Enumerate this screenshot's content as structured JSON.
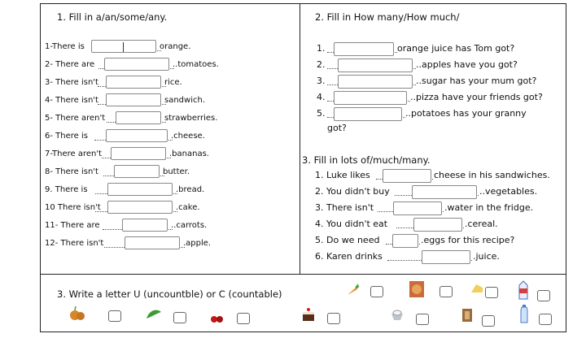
{
  "section1": {
    "title": "1. Fill in a/an/some/any.",
    "items": [
      {
        "pre": "1-There is",
        "post": "orange."
      },
      {
        "pre": "2- There are",
        "post": "..tomatoes."
      },
      {
        "pre": "3- There isn't",
        "post": "rice."
      },
      {
        "pre": "4- There isn't",
        "post": "sandwich."
      },
      {
        "pre": "5- There aren't",
        "post": "strawberries."
      },
      {
        "pre": "6- There is",
        "post": ".cheese."
      },
      {
        "pre": "7-There aren't",
        "post": ".bananas."
      },
      {
        "pre": "8- There isn't",
        "post": "butter."
      },
      {
        "pre": "9. There is",
        "post": ".bread."
      },
      {
        "pre": "10 There isn't",
        "post": ".cake."
      },
      {
        "pre": "11- There are",
        "post": "..carrots."
      },
      {
        "pre": "12- There isn't",
        "post": ".apple."
      }
    ]
  },
  "section2": {
    "title": "2. Fill in How many/How much/",
    "items": [
      {
        "num": "1.",
        "post": "orange juice has Tom got?"
      },
      {
        "num": "2.",
        "post": "..apples have you got?"
      },
      {
        "num": "3.",
        "post": "..sugar has your mum got?"
      },
      {
        "num": "4.",
        "post": "..pizza have your friends got?"
      },
      {
        "num": "5.",
        "post": "..potatoes has your granny"
      }
    ],
    "continuation": "got?"
  },
  "section3": {
    "title": "3. Fill in lots of/much/many.",
    "items": [
      {
        "pre": "1. Luke likes",
        "post": "cheese in his sandwiches."
      },
      {
        "pre": "2. You didn't buy",
        "post": "..vegetables."
      },
      {
        "pre": "3. There isn't",
        "post": ".water in the fridge."
      },
      {
        "pre": "4. You didn't eat",
        "post": ".cereal."
      },
      {
        "pre": "5. Do we need",
        "post": ".eggs for this recipe?"
      },
      {
        "pre": "6. Karen drinks",
        "post": ".juice."
      }
    ]
  },
  "section4": {
    "title": "3. Write a letter U (uncountble) or C (countable)",
    "row1_icons": [
      "carrot-icon",
      "pizza-icon",
      "cheese-icon",
      "milk-carton-icon"
    ],
    "row2_icons": [
      "onion-icon",
      "leaf-vegetable-icon",
      "cherry-icon",
      "cake-icon",
      "sugar-bowl-icon",
      "bread-icon",
      "water-bottle-icon"
    ]
  }
}
